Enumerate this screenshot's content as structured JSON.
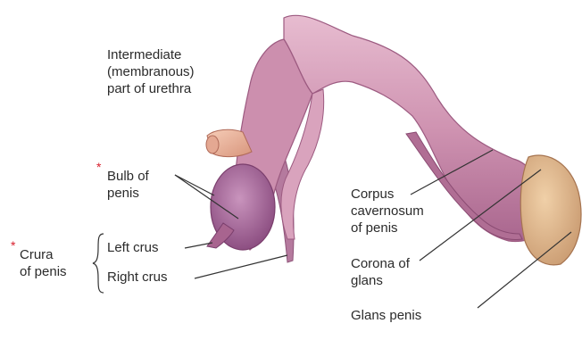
{
  "labels": {
    "intermediate_urethra": [
      "Intermediate",
      "(membranous)",
      "part of urethra"
    ],
    "bulb_of_penis": [
      "Bulb of",
      "penis"
    ],
    "crura_of_penis": [
      "Crura",
      "of penis"
    ],
    "left_crus": "Left crus",
    "right_crus": "Right crus",
    "corpus_cavernosum": [
      "Corpus",
      "cavernosum",
      "of penis"
    ],
    "corona_of_glans": [
      "Corona of",
      "glans"
    ],
    "glans_penis": "Glans penis",
    "asterisk": "*"
  },
  "colors": {
    "tissue_main": "#c98aa8",
    "tissue_light": "#e2b4c8",
    "tissue_dark": "#9c5a80",
    "bulb": "#a86a98",
    "glans": "#e0b48c",
    "urethra_stub": "#eab7a0",
    "asterisk": "#d81e2c",
    "leader_lines": "#333333"
  }
}
